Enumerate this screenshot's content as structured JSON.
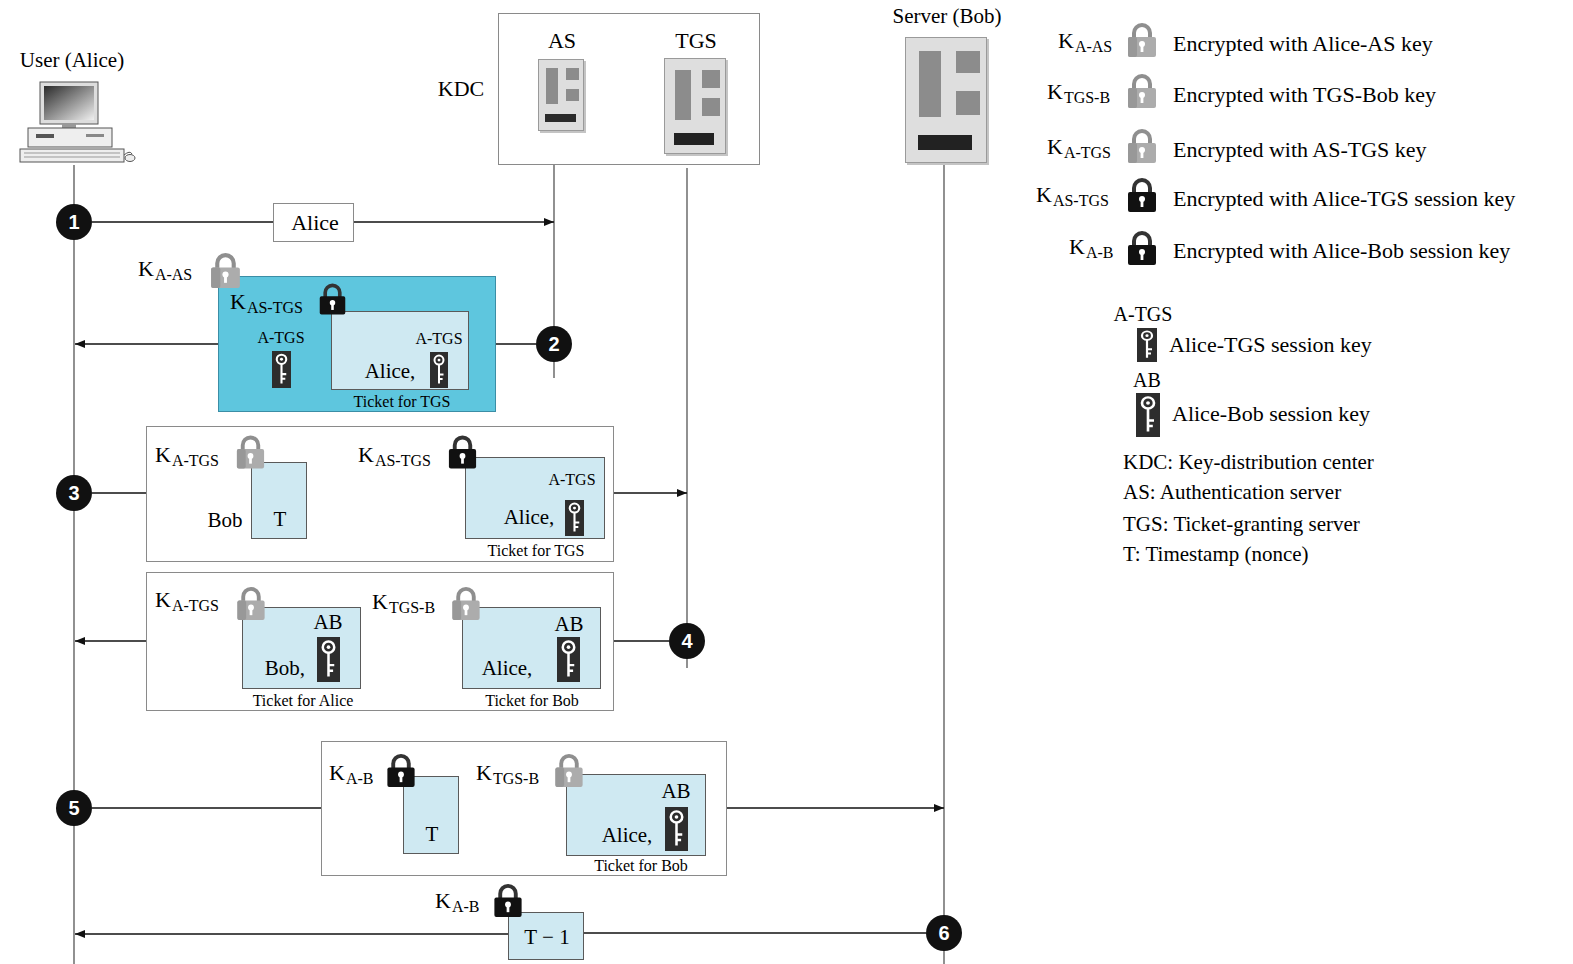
{
  "diagram": {
    "nodes": [
      {
        "text": [
          "KDC"
        ]
      },
      {
        "text": [
          "AS"
        ],
        "in": 0
      },
      {
        "text": [
          "TGS"
        ],
        "in": 0
      },
      {
        "text": [
          "Server (Bob)"
        ]
      },
      {
        "text": [
          "1"
        ]
      },
      {
        "text": [
          "Alice"
        ]
      },
      {
        "text": [
          "2"
        ]
      },
      {
        "text": [
          "K",
          "A-AS",
          "A-TGS"
        ]
      },
      {
        "text": [
          "K",
          "AS-TGS",
          "A-TGS",
          "Alice,",
          "Ticket for TGS"
        ],
        "in": 7
      },
      {
        "text": [
          "3"
        ]
      },
      {
        "text": [
          "Bob"
        ]
      },
      {
        "text": [
          "K",
          "A-TGS",
          "T"
        ],
        "in": 10
      },
      {
        "text": [
          "K",
          "AS-TGS",
          "A-TGS",
          "Alice,",
          "Ticket for TGS"
        ],
        "in": 10
      },
      {
        "text": [
          "4"
        ]
      },
      {
        "text": []
      },
      {
        "text": [
          "K",
          "A-TGS",
          "AB",
          "Bob,",
          "Ticket for Alice"
        ],
        "in": 14
      },
      {
        "text": [
          "K",
          "TGS-B",
          "AB",
          "Alice,",
          "Ticket for Bob"
        ],
        "in": 14
      },
      {
        "text": [
          "5"
        ]
      },
      {
        "text": []
      },
      {
        "text": [
          "K",
          "A-B",
          "T"
        ],
        "in": 18
      },
      {
        "text": [
          "K",
          "TGS-B",
          "AB",
          "Alice,",
          "Ticket for Bob"
        ],
        "in": 18
      },
      {
        "text": [
          "6"
        ]
      },
      {
        "text": [
          "K",
          "A-B",
          "T − 1"
        ]
      }
    ],
    "edges": [
      {
        "from": 4,
        "to": 5,
        "arrow": "none"
      },
      {
        "from": 6,
        "to": 7,
        "arrow": "none"
      },
      {
        "from": 9,
        "to": 10,
        "arrow": "none"
      },
      {
        "from": 13,
        "to": 14,
        "arrow": "none"
      },
      {
        "from": 17,
        "to": 18,
        "arrow": "none"
      },
      {
        "from": 21,
        "to": 22,
        "arrow": "none"
      }
    ],
    "labels": [
      "User (Alice)",
      "K",
      "A-AS",
      "K",
      "TGS-B",
      "K",
      "A-TGS",
      "K",
      "AS-TGS",
      "K",
      "A-B",
      "A-TGS",
      "AB",
      "KDC: Key-distribution center",
      "AS: Authentication server",
      "TGS: Ticket-granting server",
      "T: Timestamp (nonce)"
    ],
    "legend": [
      {
        "text": "Encrypted with Alice-AS key"
      },
      {
        "text": "Encrypted with TGS-Bob key"
      },
      {
        "text": "Encrypted with AS-TGS key"
      },
      {
        "text": "Encrypted with Alice-TGS session key"
      },
      {
        "text": "Encrypted with Alice-Bob session key"
      },
      {
        "text": "Alice-TGS session key"
      },
      {
        "text": "Alice-Bob session key"
      }
    ]
  }
}
